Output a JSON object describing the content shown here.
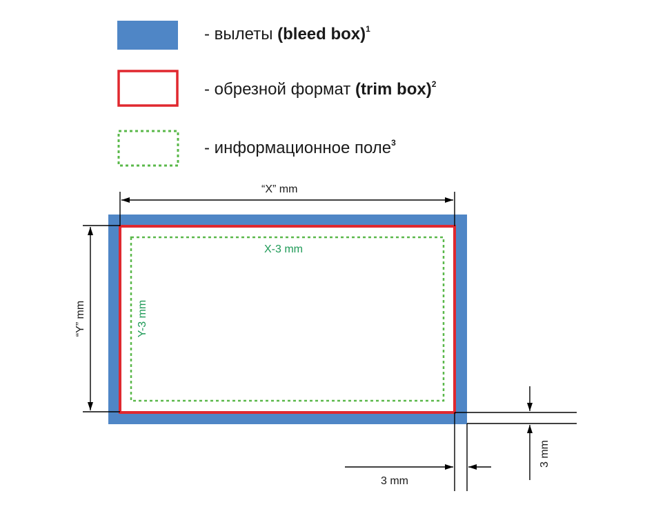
{
  "legend": {
    "bleed": {
      "prefix": "- вылеты ",
      "bold": "(bleed box)",
      "sup": "1",
      "color": "#4f86c6"
    },
    "trim": {
      "prefix": "- обрезной формат ",
      "bold": "(trim box)",
      "sup": "2",
      "color": "#e0282f"
    },
    "info": {
      "prefix": "- информационное поле",
      "sup": "3",
      "color": "#5ab84a"
    }
  },
  "diagram": {
    "x_dimension": "“X” mm",
    "y_dimension": "“Y” mm",
    "x_inner": "X-3 mm",
    "y_inner": "Y-3 mm",
    "bleed_horizontal": "3 mm",
    "bleed_vertical": "3 mm"
  }
}
